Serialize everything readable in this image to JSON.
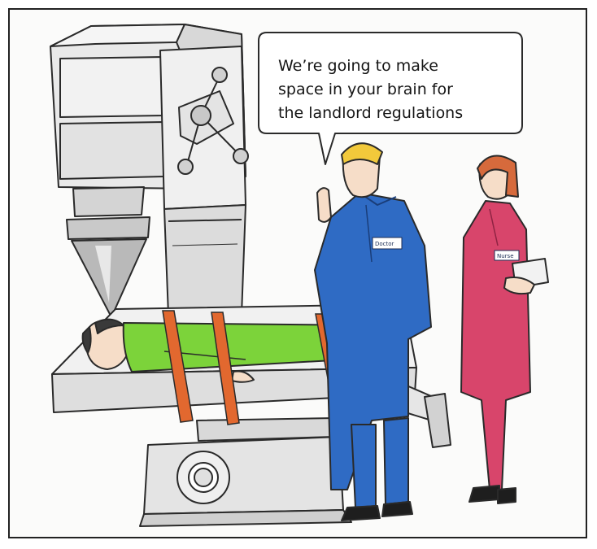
{
  "caption": {
    "speech": "We’re going to make\nspace in your brain for\nthe landlord regulations"
  },
  "badges": {
    "doctor": "Doctor",
    "nurse": "Nurse"
  },
  "colors": {
    "doctor_coat": "#2f6bc4",
    "nurse_coat": "#d8456b",
    "patient_suit": "#7cd33a",
    "straps": "#e2682f",
    "machine": "#ececec",
    "outline": "#2a2a2a"
  }
}
